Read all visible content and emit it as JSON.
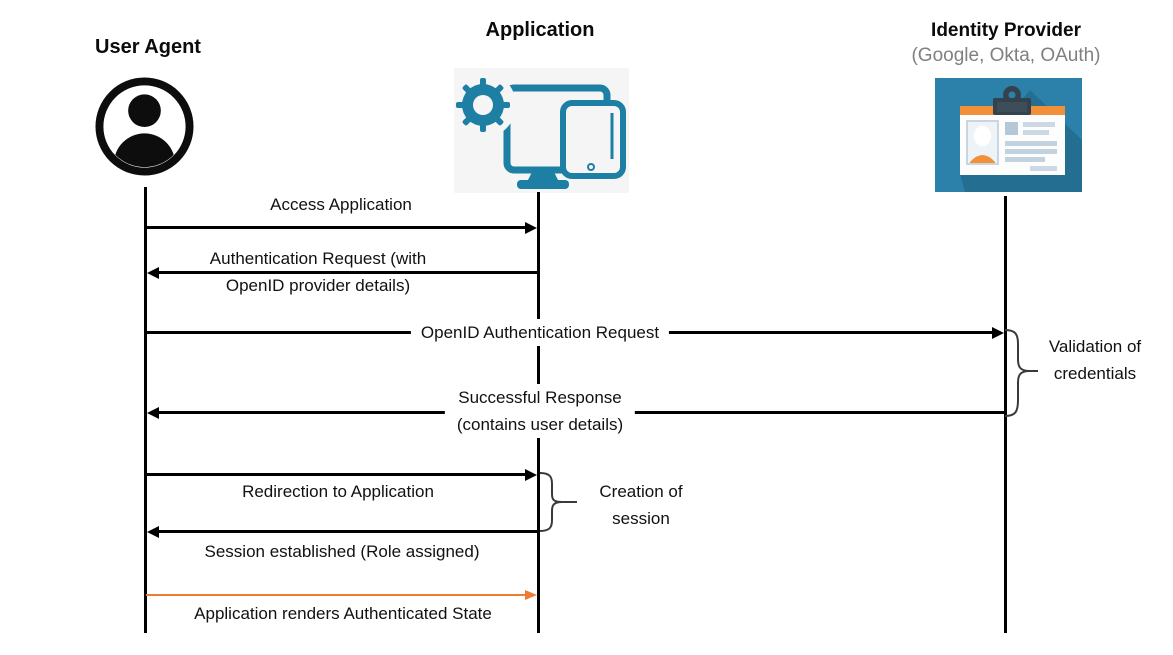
{
  "diagram_type": "sequence-diagram",
  "actors": [
    {
      "name": "User Agent",
      "icon": "person-circle-icon"
    },
    {
      "name": "Application",
      "icon": "gear-devices-icon"
    },
    {
      "name": "Identity Provider",
      "subtitle": "(Google, Okta, OAuth)",
      "icon": "id-card-icon"
    }
  ],
  "messages": [
    {
      "label": "Access Application",
      "from": "User Agent",
      "to": "Application",
      "arrow_color": "#000000"
    },
    {
      "label": "Authentication Request (with\nOpenID provider details)",
      "from": "Application",
      "to": "User Agent",
      "arrow_color": "#000000"
    },
    {
      "label": "OpenID Authentication Request",
      "from": "User Agent",
      "to": "Identity Provider",
      "arrow_color": "#000000"
    },
    {
      "label": "Successful Response\n(contains user details)",
      "from": "Identity Provider",
      "to": "User Agent",
      "arrow_color": "#000000"
    },
    {
      "label": "Redirection to Application",
      "from": "User Agent",
      "to": "Application",
      "arrow_color": "#000000"
    },
    {
      "label": "Session established (Role assigned)",
      "from": "Application",
      "to": "User Agent",
      "arrow_color": "#000000"
    },
    {
      "label": "Application renders Authenticated State",
      "from": "User Agent",
      "to": "Application",
      "arrow_color": "#ED7D31"
    }
  ],
  "annotations": [
    {
      "label": "Validation of credentials",
      "attached_to": "Identity Provider"
    },
    {
      "label": "Creation of session",
      "attached_to": "Application"
    }
  ],
  "colors": {
    "app_icon_teal": "#1D7FA4",
    "idp_icon_blue": "#2B81A9",
    "idp_icon_orange": "#F2903A",
    "highlight_arrow_orange": "#ED7D31",
    "subtitle_gray": "#808080",
    "line_black": "#000000"
  }
}
